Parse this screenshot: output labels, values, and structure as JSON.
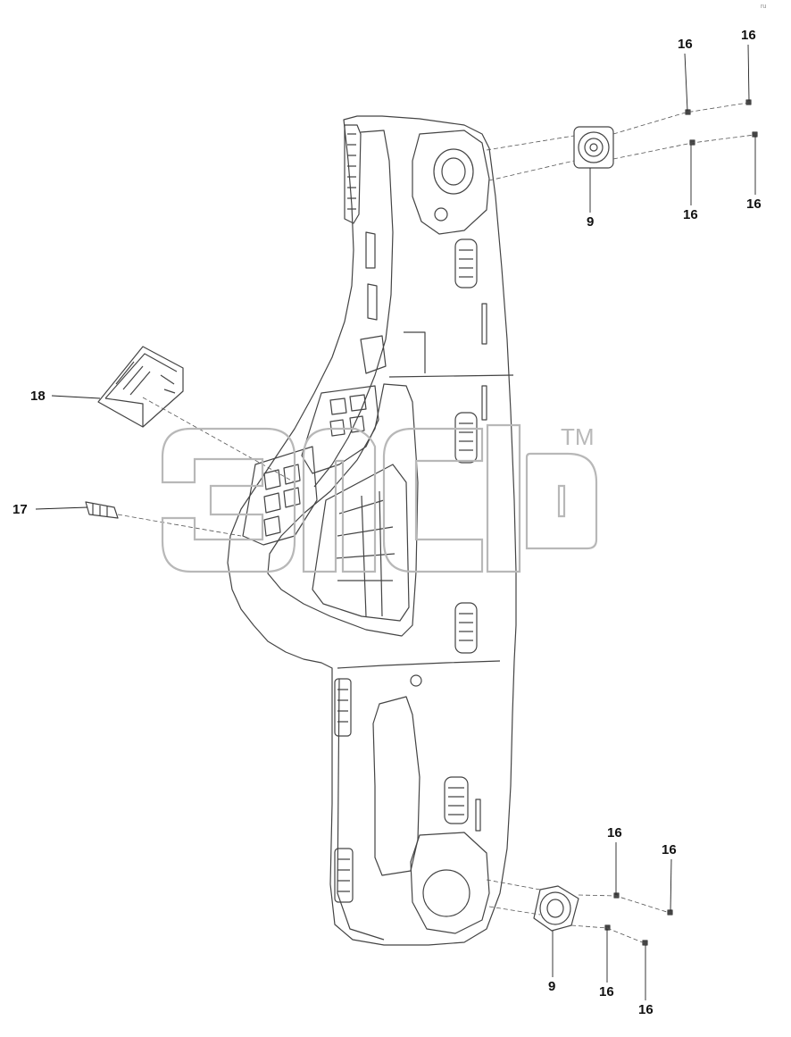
{
  "diagram": {
    "callouts": {
      "c16_a": "16",
      "c16_b": "16",
      "c16_c": "16",
      "c16_d": "16",
      "c9_top": "9",
      "c18": "18",
      "c17": "17",
      "c16_e": "16",
      "c16_f": "16",
      "c16_g": "16",
      "c16_h": "16",
      "c9_bottom": "9"
    },
    "watermark": {
      "trademark": "TM"
    },
    "corner_mark": "ru"
  }
}
